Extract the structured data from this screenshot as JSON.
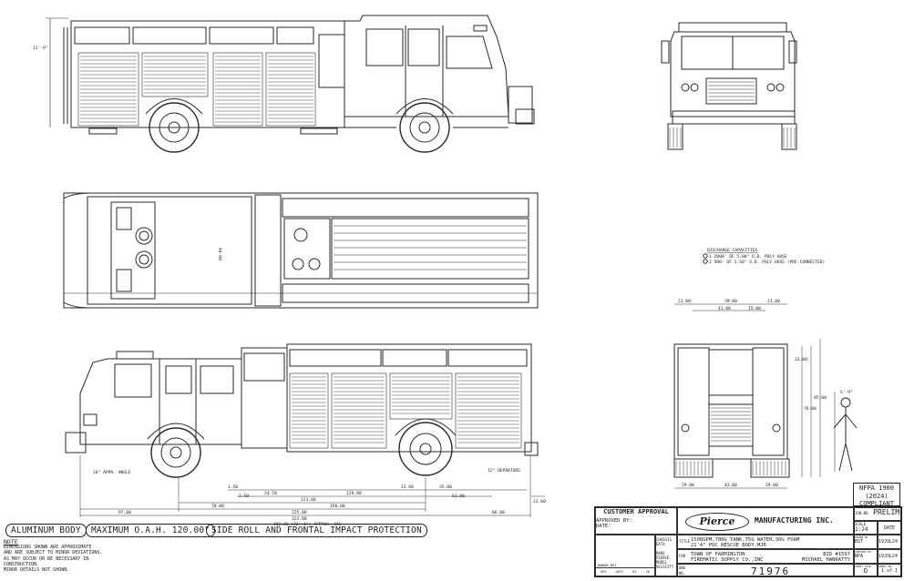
{
  "labels": {
    "body": "ALUMINUM BODY",
    "oah": "MAXIMUM O.A.H. 120.00\"",
    "protection": "SIDE ROLL AND FRONTAL IMPACT PROTECTION"
  },
  "notes": {
    "heading": "NOTE",
    "lines": [
      "DIMENSIONS SHOWN ARE APPROXIMATE",
      "AND ARE SUBJECT TO MINOR DEVIATIONS,",
      "AS MAY OCCUR OR BE NECESSARY IN",
      "CONSTRUCTION.",
      "MINOR DETAILS NOT SHOWN."
    ]
  },
  "nfpa": {
    "line1": "NFPA 1900",
    "line2": "(2024)",
    "line3": "COMPLIANT"
  },
  "title_block": {
    "customer_approval": "CUSTOMER APPROVAL",
    "approved_by": "APPROVED BY:",
    "date_label": "DATE:",
    "brand": "Pierce",
    "manufacturer": "MANUFACTURING INC.",
    "job_no_label": "JOB NO.",
    "job_no": "PRELIM",
    "scale_label": "SCALE",
    "scale": "1:24",
    "date_col": "DATE",
    "chassis_label": "CHASSIS DATA",
    "title_label": "TITLE",
    "title_line1": "1500GPM,780G TANK,75G WATER,30G FOAM",
    "title_line2": "21'4\" PUC RESCUE BODY,MJR",
    "make_label": "MAKE",
    "make": "PIERCE",
    "for_label": "FOR",
    "for_line1": "TOWN OF FARMINGTON",
    "for_line2": "FIREMATIC SUPPLY CO.,INC",
    "bid": "BID #1597",
    "salesperson": "MICHAEL HANRATTY",
    "model_label": "MODEL",
    "model": "VELOCITY",
    "dwg_label": "DWG",
    "dwg_no_label": "NO.",
    "dwg_no": "71976",
    "drawn_by_label": "DRAWN BY",
    "drawn_by": "BST",
    "date1": "19JUL24",
    "checked_by_label": "CHECKED BY",
    "checked_by": "NPA",
    "date2": "19JUL24",
    "sheet_size_label": "SHEET SIZE",
    "sheet_size": "D",
    "sheet_no_label": "SHEET NO.",
    "sheet_no": "1 of 1",
    "rev_headers": [
      "REV",
      "DATE",
      "BY",
      "CK"
    ],
    "rev_mark": "DWNGM",
    "rev_by": "BST"
  },
  "dimensions": {
    "top_height": "11'-9\"",
    "plan_width": "94.00",
    "discharge_title": "DISCHARGE CAPACITIES",
    "discharge_1": "1 2000' OF 5.00\" O.D. POLY HOSE",
    "discharge_2": "2 500' OF 2.50\" O.D. POLY HOSE (PRE-CONNECTED)",
    "rear_top": [
      "21.00",
      "39.00",
      "21.00"
    ],
    "rear_mid": [
      "41.00",
      "15.00"
    ],
    "rear_right": [
      "33.00",
      "76.00",
      "85.00"
    ],
    "rear_bottom": [
      "29.00",
      "42.00",
      "29.00"
    ],
    "person": "5'-9\"",
    "side_bottom_row1": [
      "1.50",
      "24.70",
      "129.00",
      "23.60",
      "35.00"
    ],
    "side_bottom_row2": [
      "2.50",
      "123.00",
      "61.00"
    ],
    "side_bottom_row3": [
      "70.00",
      "150.00"
    ],
    "side_bottom_row4": [
      "225.00",
      "86.00"
    ],
    "side_overall": "97.00",
    "side_overall2": "322.00",
    "side_overall_note": "402.00 (33'-6\") APPROX. OAL",
    "angle_front": "16\" APPR. ANGLE",
    "angle_rear": "12\" DEPARTURE",
    "ground": "22.60"
  }
}
